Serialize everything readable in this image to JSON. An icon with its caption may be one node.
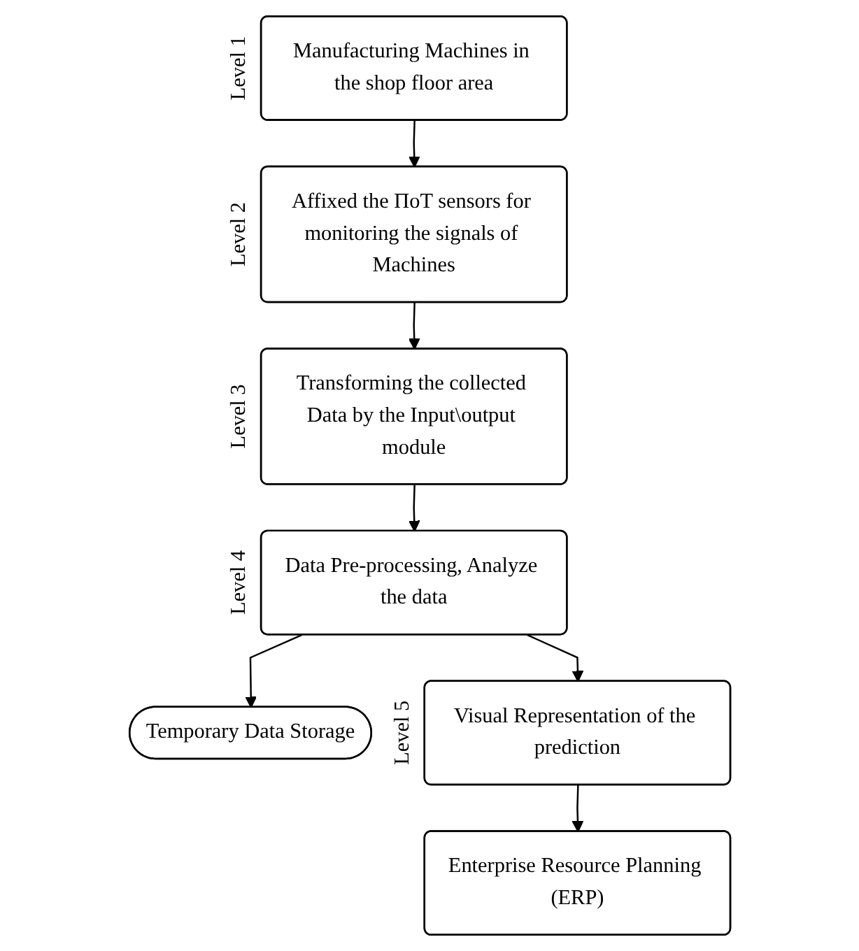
{
  "diagram": {
    "nodes": [
      {
        "text": [
          "Manufacturing Machines in the shop floor area"
        ],
        "beside": [
          "Level 1"
        ]
      },
      {
        "text": [
          "Affixed the ΠoT sensors for monitoring the signals of Machines"
        ],
        "beside": [
          "Level 2"
        ]
      },
      {
        "text": [
          "Transforming the collected Data by the Input\\output module"
        ],
        "beside": [
          "Level 3"
        ]
      },
      {
        "text": [
          "Data Pre-processing, Analyze the data"
        ],
        "beside": [
          "Level 4"
        ]
      },
      {
        "text": [
          "Temporary Data Storage"
        ]
      },
      {
        "text": [
          "Visual Representation of the prediction"
        ],
        "beside": [
          "Level 5"
        ]
      },
      {
        "text": [
          "Enterprise Resource Planning (ERP)"
        ]
      }
    ],
    "edges": [
      {
        "from": 0,
        "to": 1,
        "arrow": "to"
      },
      {
        "from": 1,
        "to": 2,
        "arrow": "to"
      },
      {
        "from": 2,
        "to": 3,
        "arrow": "to"
      },
      {
        "from": 3,
        "to": 4,
        "arrow": "to"
      },
      {
        "from": 3,
        "to": 5,
        "arrow": "to"
      },
      {
        "from": 5,
        "to": 6,
        "arrow": "to"
      }
    ]
  }
}
